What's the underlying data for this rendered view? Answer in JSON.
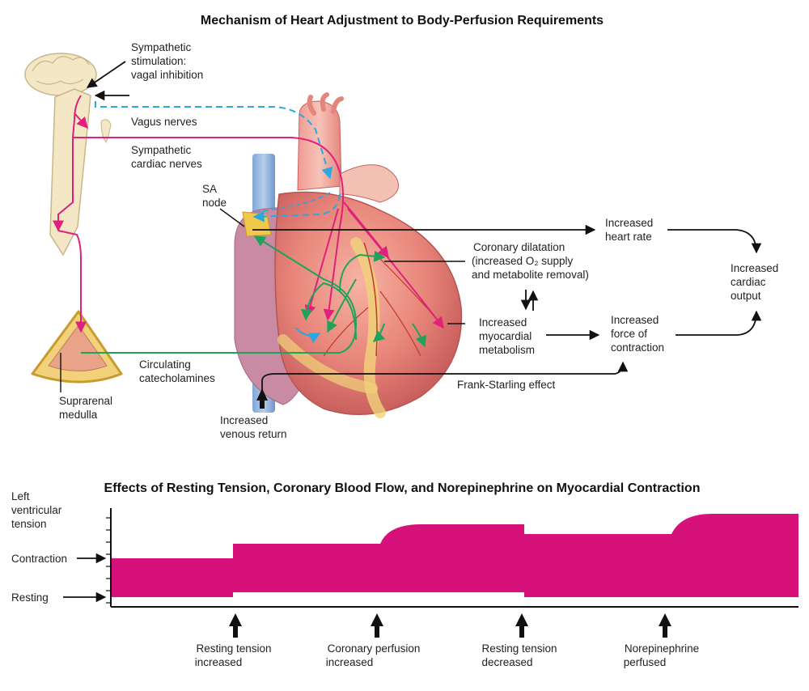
{
  "title": "Mechanism of Heart Adjustment to Body-Perfusion Requirements",
  "labels": {
    "sympathetic": [
      "Sympathetic",
      "stimulation:",
      "vagal inhibition"
    ],
    "vagus": "Vagus nerves",
    "cardiac_nerves": [
      "Sympathetic",
      "cardiac nerves"
    ],
    "sa_node": [
      "SA",
      "node"
    ],
    "heart_rate": [
      "Increased",
      "heart rate"
    ],
    "coronary": [
      "Coronary dilatation",
      "(increased O₂ supply",
      "and metabolite removal)"
    ],
    "cardiac_output": [
      "Increased",
      "cardiac",
      "output"
    ],
    "metabolism": [
      "Increased",
      "myocardial",
      "metabolism"
    ],
    "force": [
      "Increased",
      "force of",
      "contraction"
    ],
    "frank_starling": "Frank-Starling effect",
    "catecholamines": [
      "Circulating",
      "catecholamines"
    ],
    "suprarenal": [
      "Suprarenal",
      "medulla"
    ],
    "venous": [
      "Increased",
      "venous return"
    ]
  },
  "graph": {
    "title": "Effects of Resting Tension, Coronary Blood Flow, and Norepinephrine on Myocardial Contraction",
    "ylabel": [
      "Left",
      "ventricular",
      "tension"
    ],
    "contraction_label": "Contraction",
    "resting_label": "Resting",
    "events": [
      [
        "Resting tension",
        "increased"
      ],
      [
        "Coronary perfusion",
        "increased"
      ],
      [
        "Resting tension",
        "decreased"
      ],
      [
        "Norepinephrine",
        "perfused"
      ]
    ]
  },
  "colors": {
    "sympathetic": "#e0207a",
    "vagal": "#2aa8e0",
    "catecholamine": "#1ea35a",
    "band": "#d6127a",
    "text": "#222222"
  }
}
